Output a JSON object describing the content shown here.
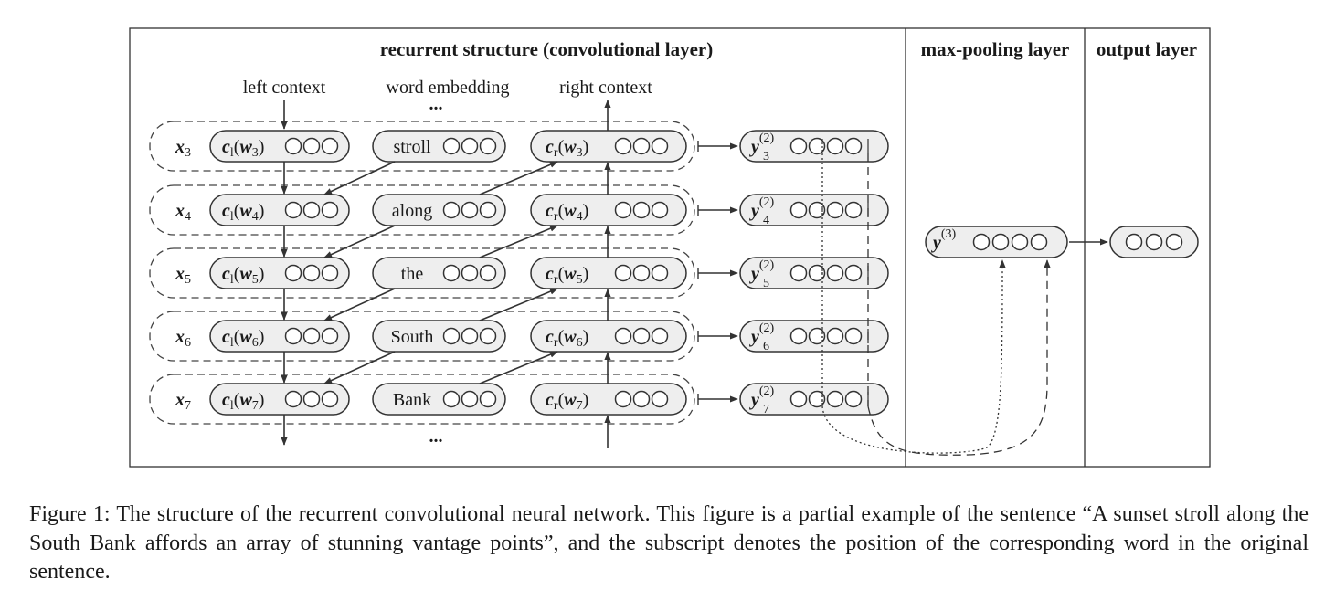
{
  "headers": {
    "recurrent": "recurrent structure (convolutional layer)",
    "maxpool": "max-pooling layer",
    "output": "output layer"
  },
  "context_labels": {
    "left": "left context",
    "embedding": "word embedding",
    "right": "right context"
  },
  "ellipsis": "...",
  "words": [
    "stroll",
    "along",
    "the",
    "South",
    "Bank"
  ],
  "positions": [
    "3",
    "4",
    "5",
    "6",
    "7"
  ],
  "symbols": {
    "x": "x",
    "cl": "c",
    "cl_sub": "l",
    "cr": "c",
    "cr_sub": "r",
    "w": "w",
    "y": "y",
    "layer2": "(2)",
    "layer3": "(3)"
  },
  "caption": "Figure 1: The structure of the recurrent convolutional neural network. This figure is a partial example of the sentence “A sunset stroll along the South Bank affords an array of stunning vantage points”, and the subscript denotes the position of the corresponding word in the original sentence."
}
